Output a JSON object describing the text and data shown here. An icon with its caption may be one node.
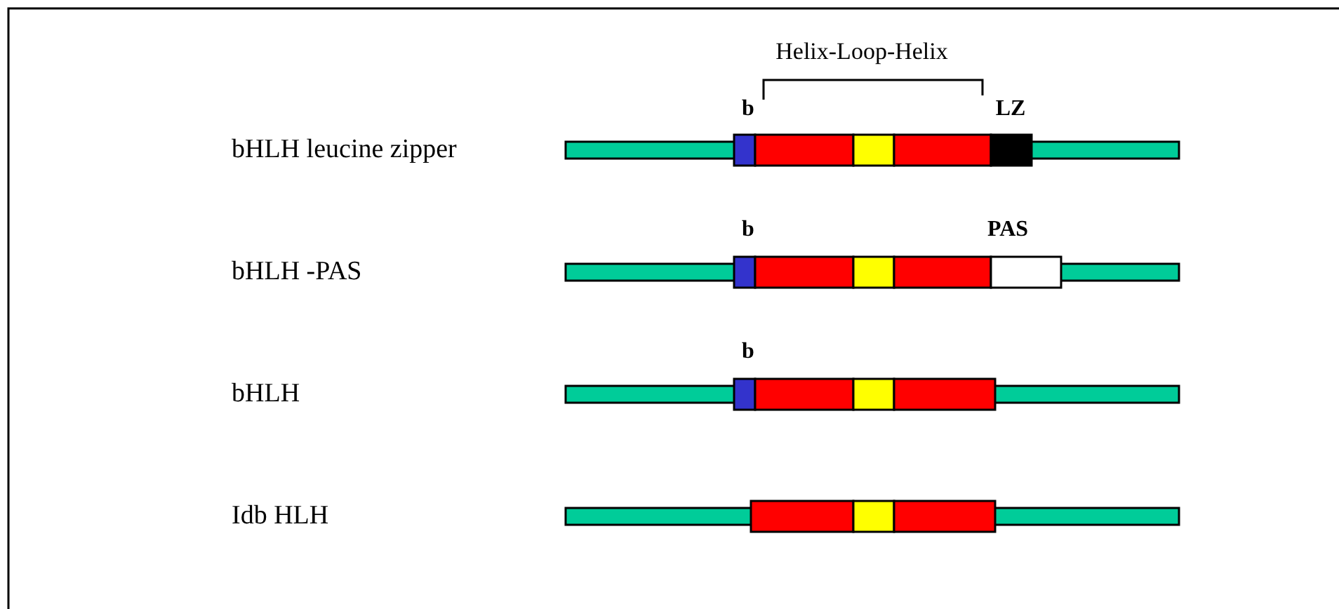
{
  "diagram": {
    "labels": [
      "Helix-Loop-Helix",
      "b",
      "LZ",
      "bHLH leucine zipper",
      "b",
      "PAS",
      "bHLH -PAS",
      "b",
      "bHLH",
      "Idb HLH"
    ]
  }
}
